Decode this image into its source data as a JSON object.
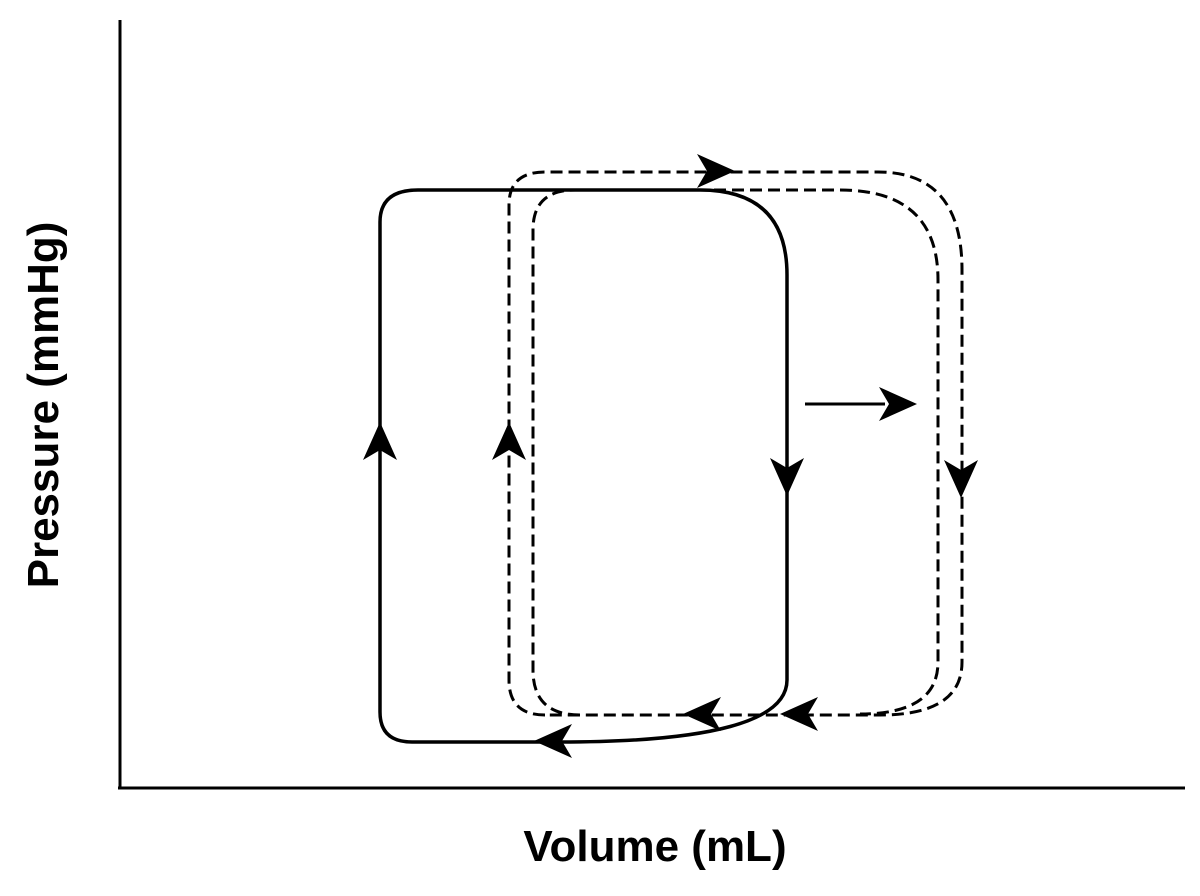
{
  "axes": {
    "x_label": "Volume (mL)",
    "y_label": "Pressure (mmHg)"
  },
  "loops": [
    {
      "name": "",
      "style": "solid",
      "direction": "counterclockwise"
    },
    {
      "name": "",
      "style": "dashed",
      "direction": "counterclockwise"
    },
    {
      "name": "",
      "style": "dashed",
      "direction": "counterclockwise"
    }
  ],
  "shift_arrow": {
    "direction": "right"
  },
  "colors": {
    "stroke": "#000000",
    "background": "#ffffff"
  }
}
